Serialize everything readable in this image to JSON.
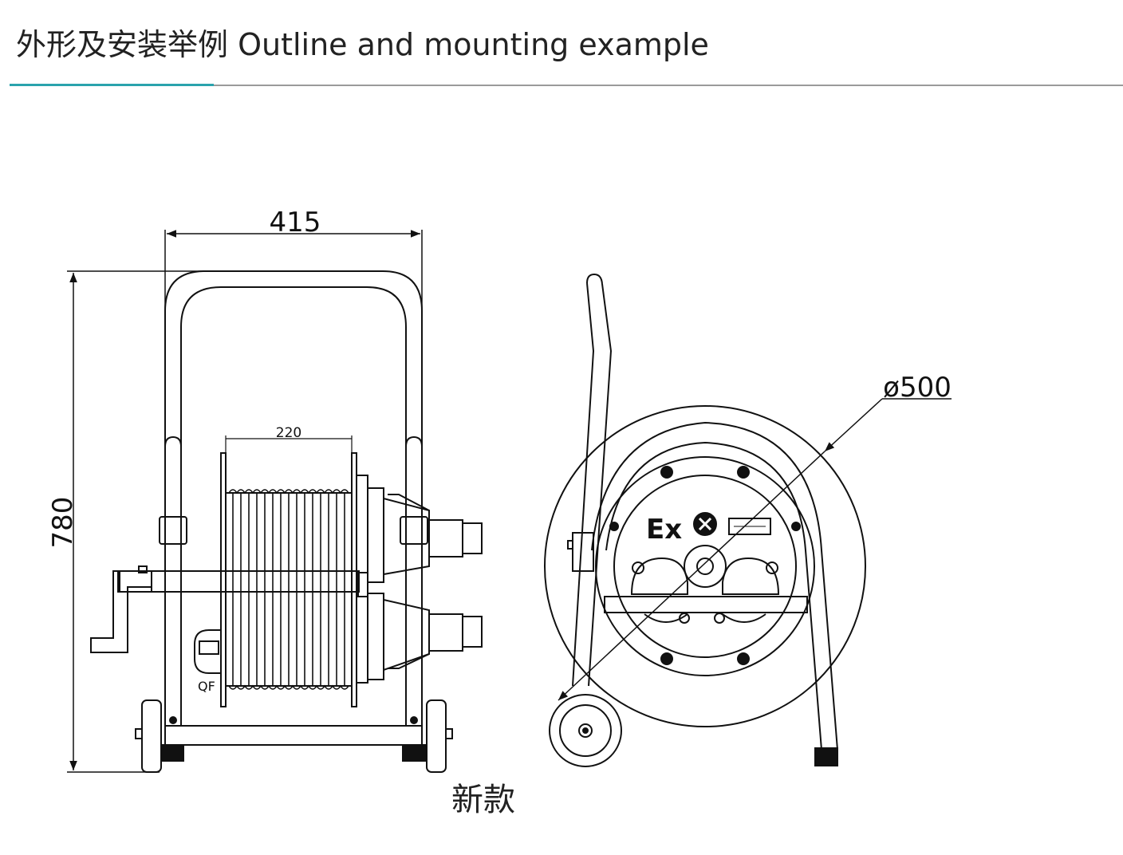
{
  "header": {
    "title": "外形及安装举例  Outline and mounting example",
    "accent_color": "#2aa3ad",
    "rule_color": "#9a9a9a"
  },
  "drawing": {
    "dim_width": "415",
    "dim_height": "780",
    "dim_drum": "220",
    "dim_diameter": "ø500",
    "label_breaker": "QF",
    "label_ex": "Ex"
  },
  "caption": "新款"
}
